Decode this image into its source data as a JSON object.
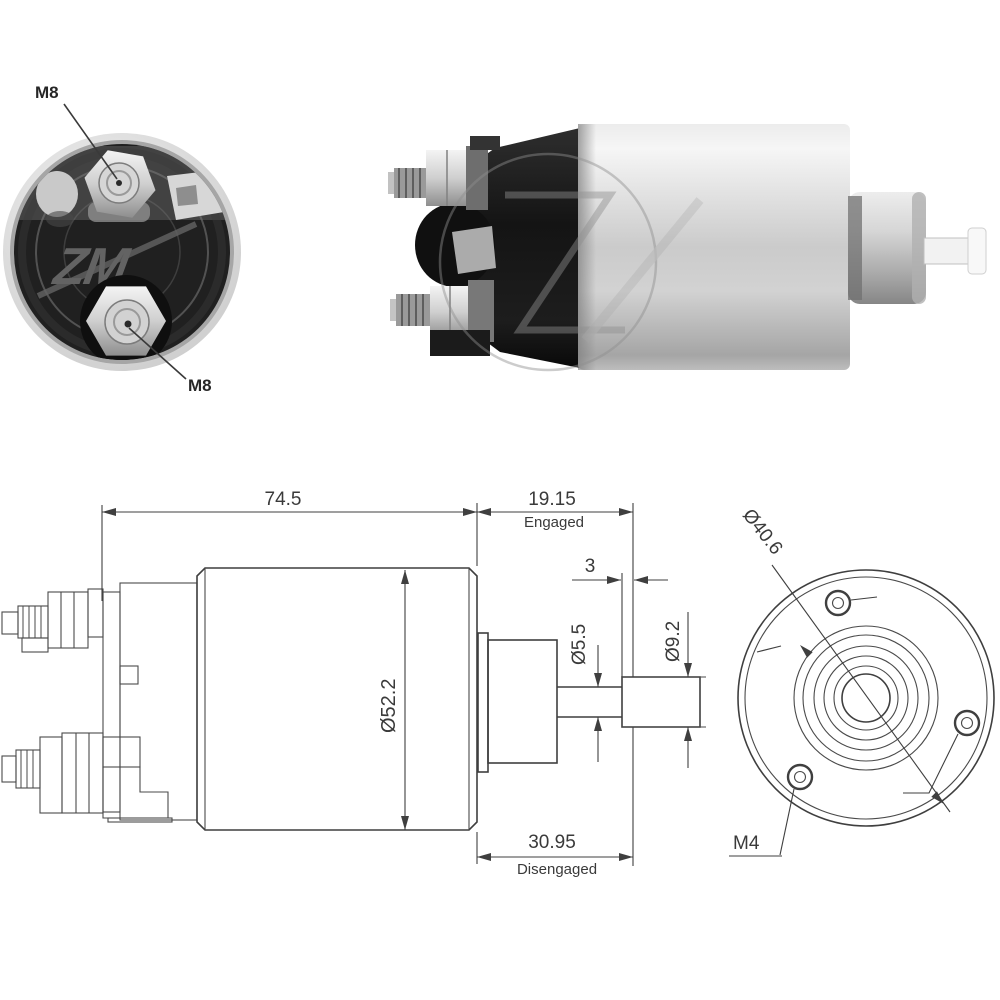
{
  "colors": {
    "background": "#ffffff",
    "drawing_line": "#3f3f3f",
    "dimension_text": "#3a3a3a",
    "photo_label_text": "#262626"
  },
  "brand_watermark": "ZM",
  "rear_view_photo": {
    "terminal_label_top": "M8",
    "terminal_label_bottom": "M8"
  },
  "side_view_drawing": {
    "overall_length": "74.5",
    "engaged_length": "19.15",
    "engaged_caption": "Engaged",
    "pin_step": "3",
    "body_diameter": "Ø52.2",
    "shaft_diameter": "Ø5.5",
    "pin_diameter": "Ø9.2",
    "disengaged_length": "30.95",
    "disengaged_caption": "Disengaged"
  },
  "front_view_drawing": {
    "mounting_circle_diameter": "Ø40.6",
    "screw_hole_label": "M4"
  }
}
